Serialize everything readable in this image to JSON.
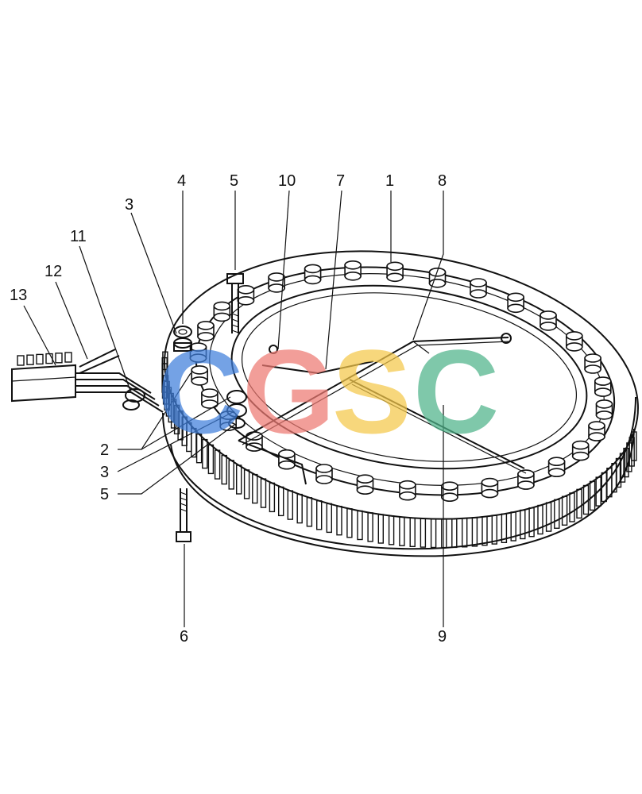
{
  "diagram": {
    "callouts": [
      "1",
      "2",
      "3",
      "3",
      "4",
      "5",
      "5",
      "6",
      "7",
      "8",
      "9",
      "10",
      "11",
      "12",
      "13"
    ],
    "watermark": {
      "letters": [
        {
          "text": "C",
          "color": "#3f7fdc"
        },
        {
          "text": "G",
          "color": "#ee7a72"
        },
        {
          "text": "S",
          "color": "#f5c84a"
        },
        {
          "text": "C",
          "color": "#4fb38a"
        }
      ]
    }
  }
}
